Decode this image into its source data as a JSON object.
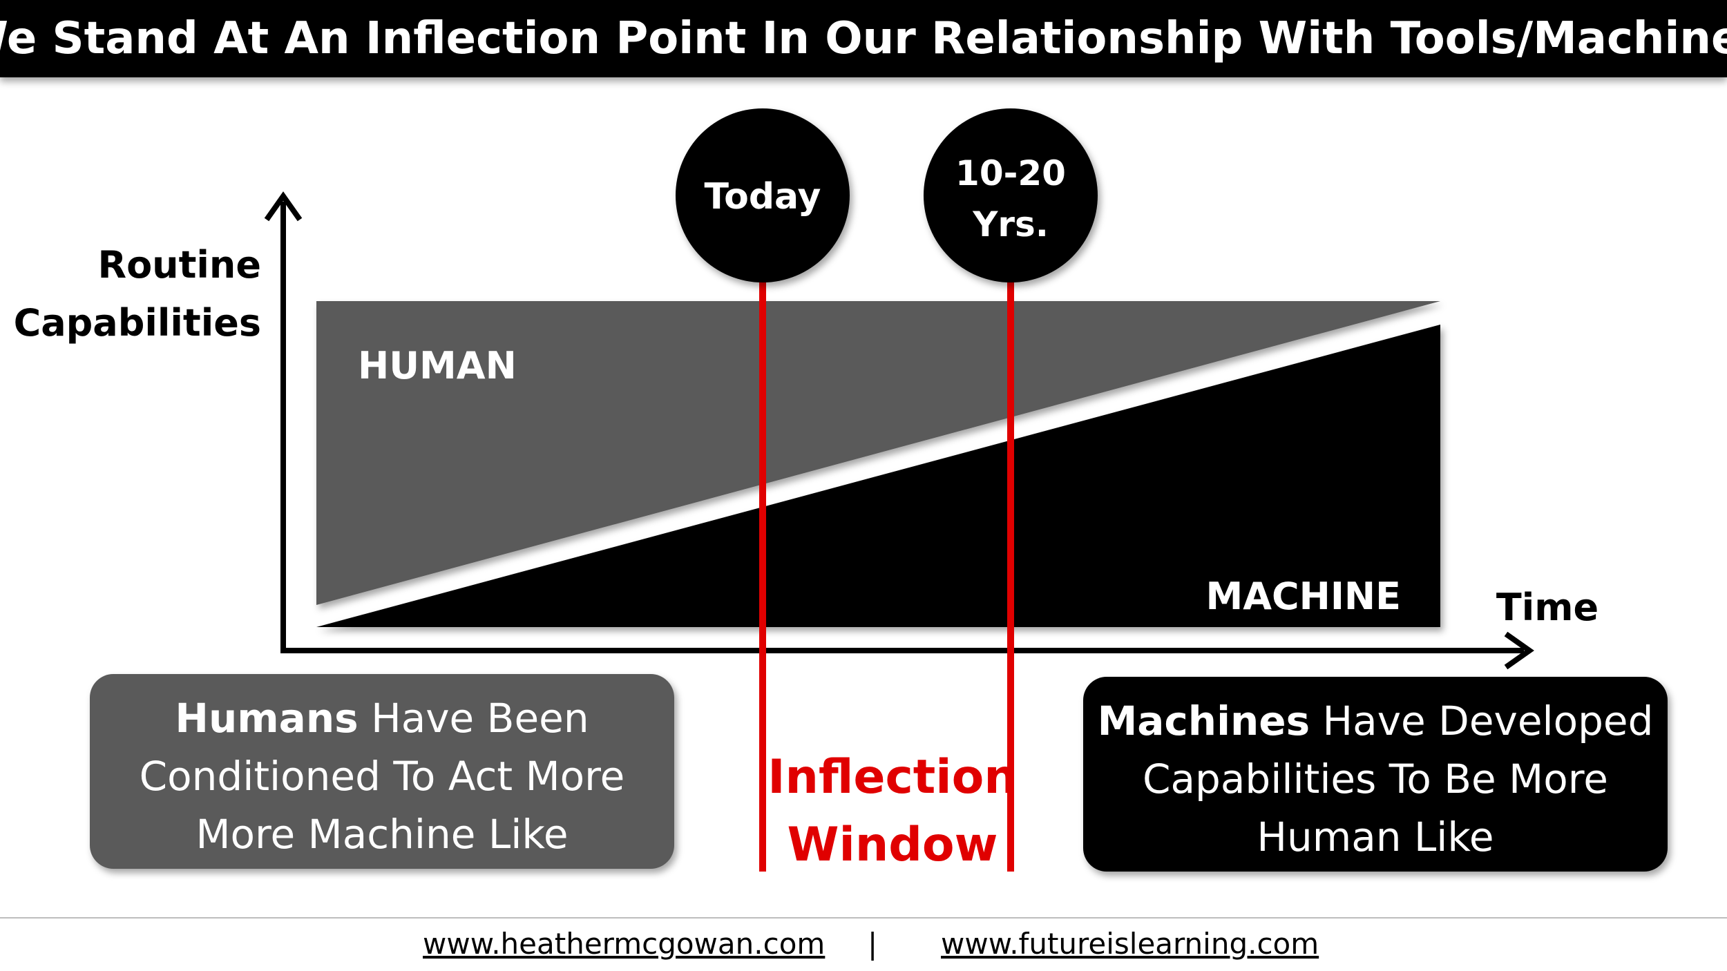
{
  "title": "We Stand At An Inflection Point In Our Relationship With Tools/Machines",
  "axis": {
    "y_label_line1": "Routine",
    "y_label_line2": "Capabilities",
    "x_label": "Time"
  },
  "regions": {
    "human": "HUMAN",
    "machine": "MACHINE"
  },
  "markers": {
    "today": "Today",
    "future_line1": "10-20",
    "future_line2": "Yrs."
  },
  "window_label_line1": "Inflection",
  "window_label_line2": "Window",
  "left_box": {
    "bold": "Humans",
    "rest1": " Have Been",
    "line2": "Conditioned To Act More",
    "line3": "More Machine Like"
  },
  "right_box": {
    "bold": "Machines",
    "rest1": " Have Developed",
    "line2": "Capabilities To Be More",
    "line3": "Human Like"
  },
  "footer": {
    "link1": "www.heathermcgowan.com",
    "separator": "|",
    "link2": "www.futureislearning.com"
  },
  "colors": {
    "human_fill": "#5a5a5a",
    "machine_fill": "#000000",
    "inflection_red": "#e00000",
    "left_box": "#5a5a5a",
    "right_box": "#000000"
  }
}
